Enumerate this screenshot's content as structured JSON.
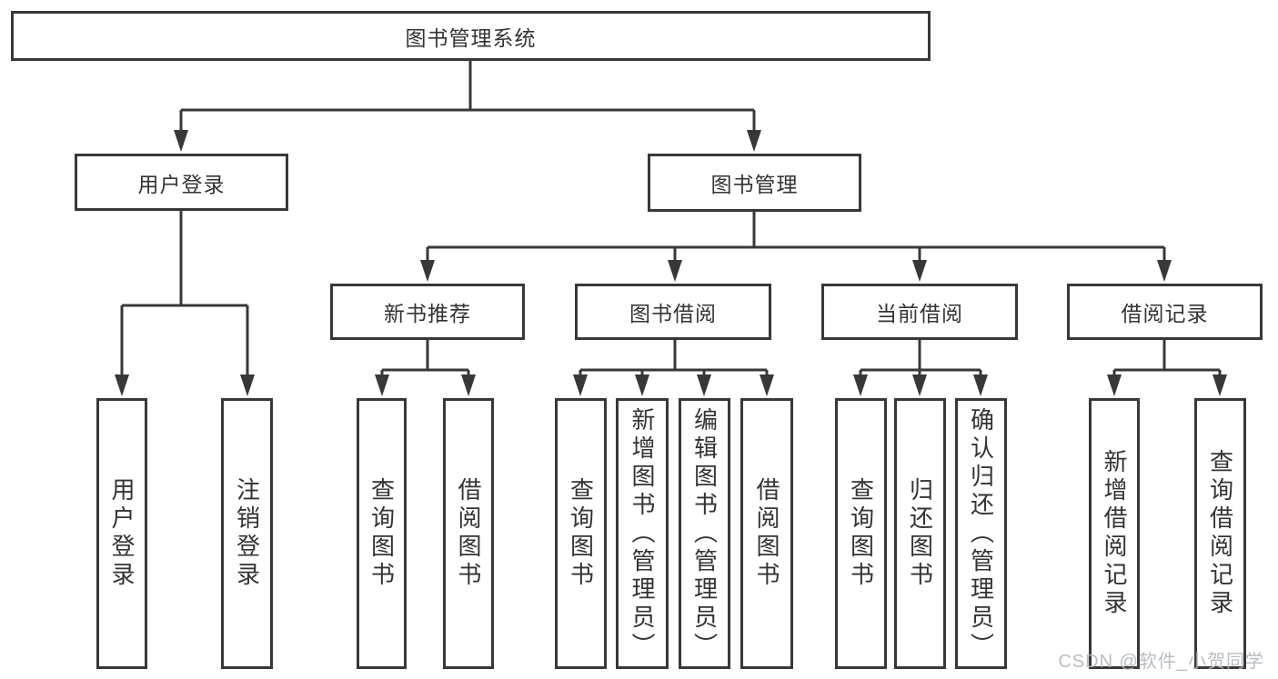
{
  "tree": {
    "label": "图书管理系统",
    "children": [
      {
        "label": "用户登录",
        "children": [
          {
            "label": "用户登录"
          },
          {
            "label": "注销登录"
          }
        ]
      },
      {
        "label": "图书管理",
        "children": [
          {
            "label": "新书推荐",
            "children": [
              {
                "label": "查询图书"
              },
              {
                "label": "借阅图书"
              }
            ]
          },
          {
            "label": "图书借阅",
            "children": [
              {
                "label": "查询图书"
              },
              {
                "label": "新增图书（管理员）"
              },
              {
                "label": "编辑图书（管理员）"
              },
              {
                "label": "借阅图书"
              }
            ]
          },
          {
            "label": "当前借阅",
            "children": [
              {
                "label": "查询图书"
              },
              {
                "label": "归还图书"
              },
              {
                "label": "确认归还（管理员）"
              }
            ]
          },
          {
            "label": "借阅记录",
            "children": [
              {
                "label": "新增借阅记录"
              },
              {
                "label": "查询借阅记录"
              }
            ]
          }
        ]
      }
    ]
  },
  "watermark": {
    "text": "CSDN @软件_小贺同学"
  },
  "colors": {
    "line": "#383838",
    "box_border": "#383838",
    "text": "#333333",
    "watermark": "#b2b7bd",
    "background": "#ffffff"
  }
}
